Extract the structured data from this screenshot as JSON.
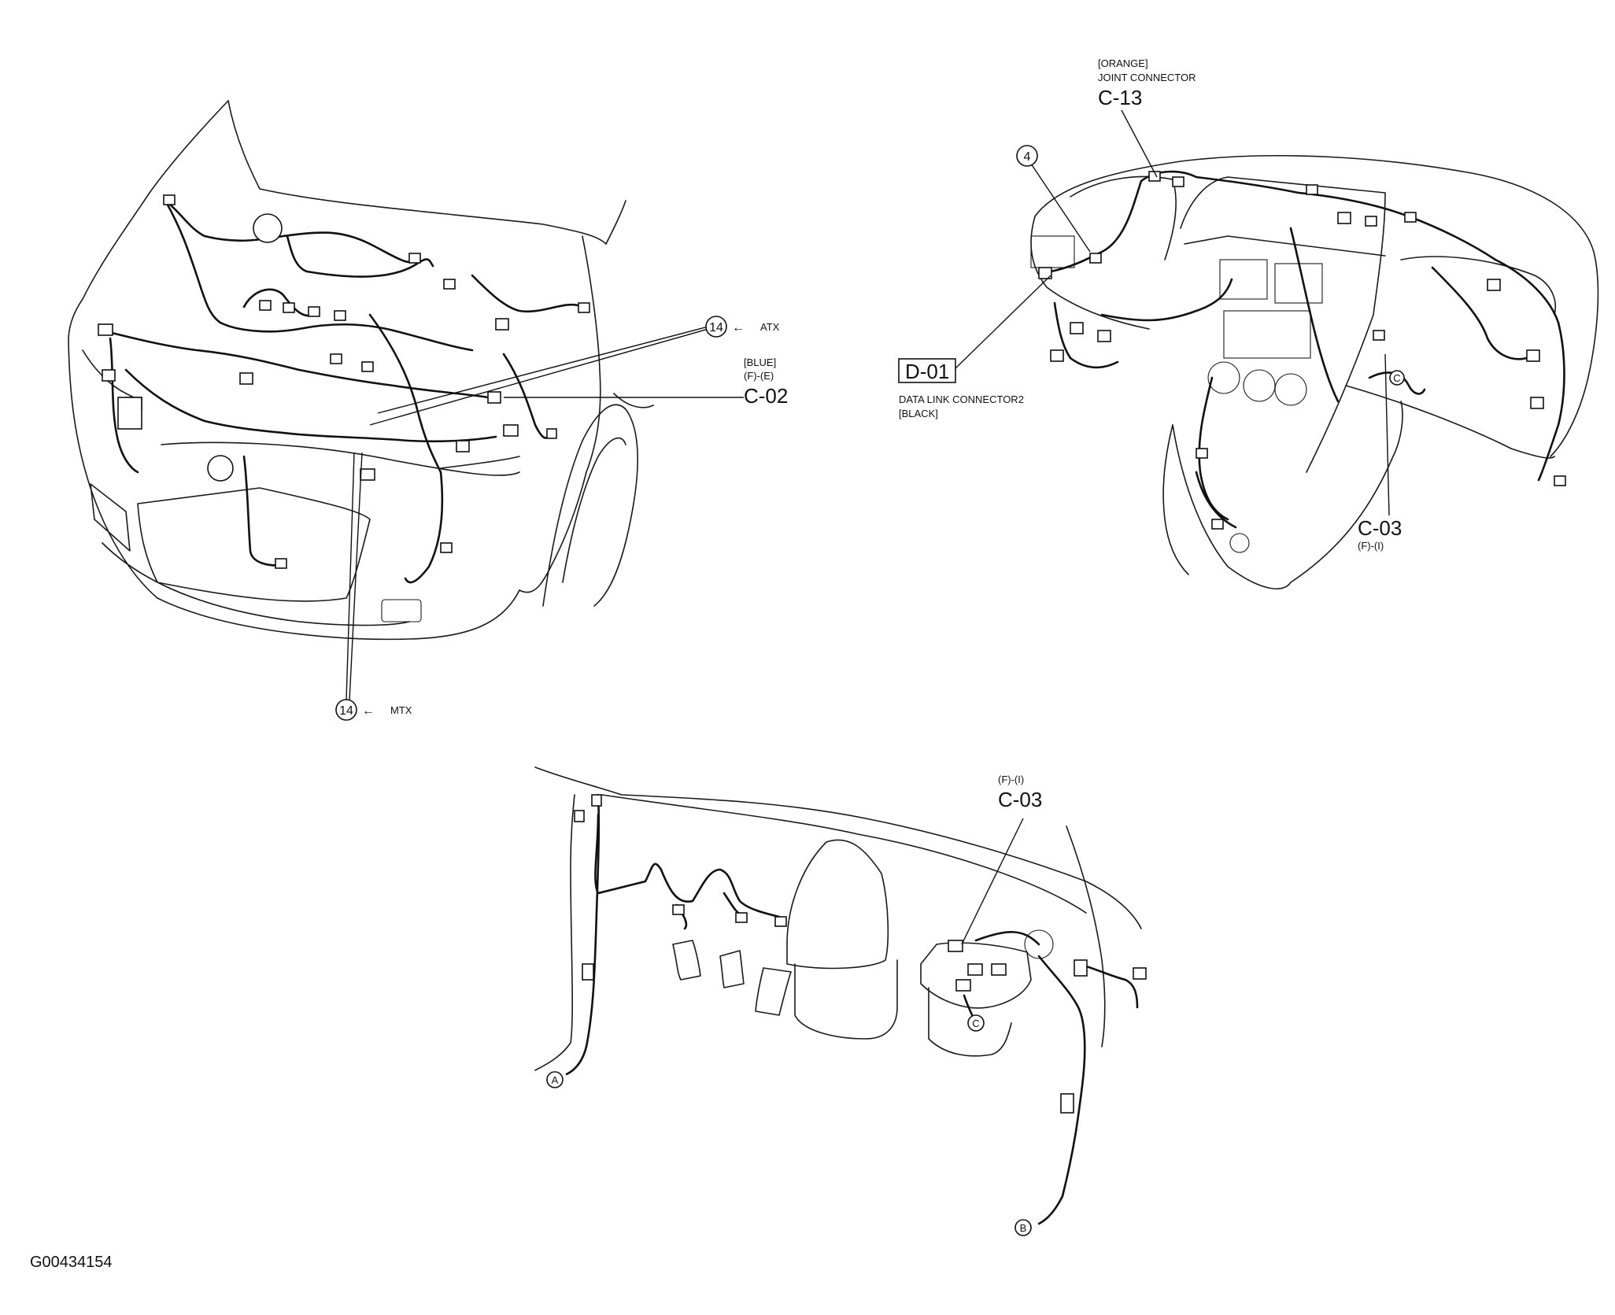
{
  "figure_id": "G00434154",
  "engine_bay": {
    "atx": {
      "number": "14",
      "arrow": "←",
      "label": "ATX"
    },
    "mtx": {
      "number": "14",
      "arrow": "←",
      "label": "MTX"
    },
    "c02": {
      "color": "[BLUE]",
      "position": "(F)-(E)",
      "code": "C-02"
    }
  },
  "instrument_panel": {
    "c13": {
      "color": "[ORANGE]",
      "name": "JOINT CONNECTOR",
      "code": "C-13"
    },
    "d01": {
      "code": "D-01",
      "name": "DATA LINK CONNECTOR2",
      "color": "[BLACK]"
    },
    "callout_4": "4",
    "c03": {
      "code": "C-03",
      "position": "(F)-(I)"
    },
    "junction_c": "C"
  },
  "lower_panel": {
    "c03": {
      "position": "(F)-(I)",
      "code": "C-03"
    },
    "junction_a": "A",
    "junction_b": "B",
    "junction_c": "C"
  }
}
